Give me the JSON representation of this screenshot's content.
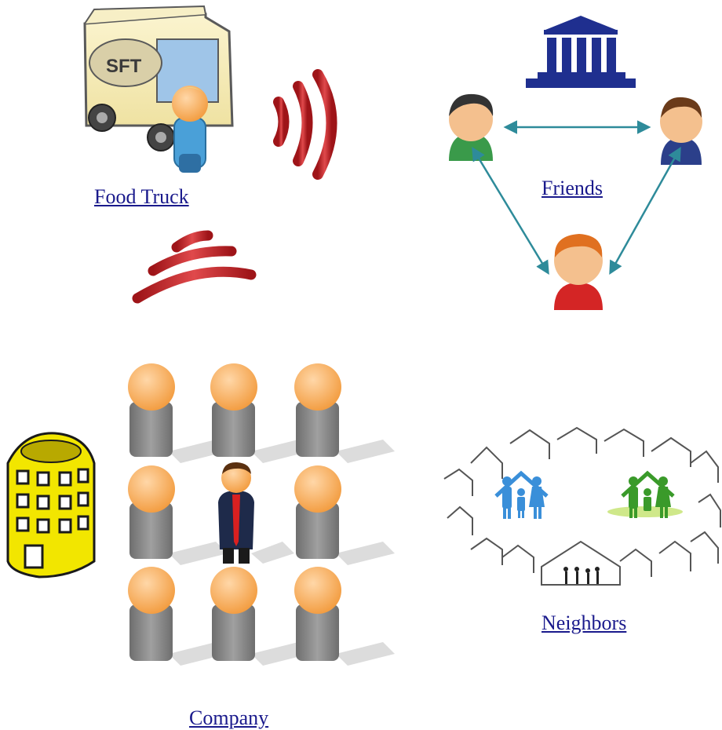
{
  "labels": {
    "food_truck": "Food Truck",
    "friends": "Friends",
    "neighbors": "Neighbors",
    "company": "Company"
  },
  "truck_sign": "SFT",
  "colors": {
    "link": "#1a1a8c",
    "signal": "#c0282b",
    "arrow": "#2e8b9a",
    "bank": "#1f2f8f",
    "building": "#f2e600",
    "head": "#f6b26b",
    "body_gray": "#8a8a8a",
    "family_blue": "#3a8fd9",
    "family_green": "#3a9a2a"
  }
}
